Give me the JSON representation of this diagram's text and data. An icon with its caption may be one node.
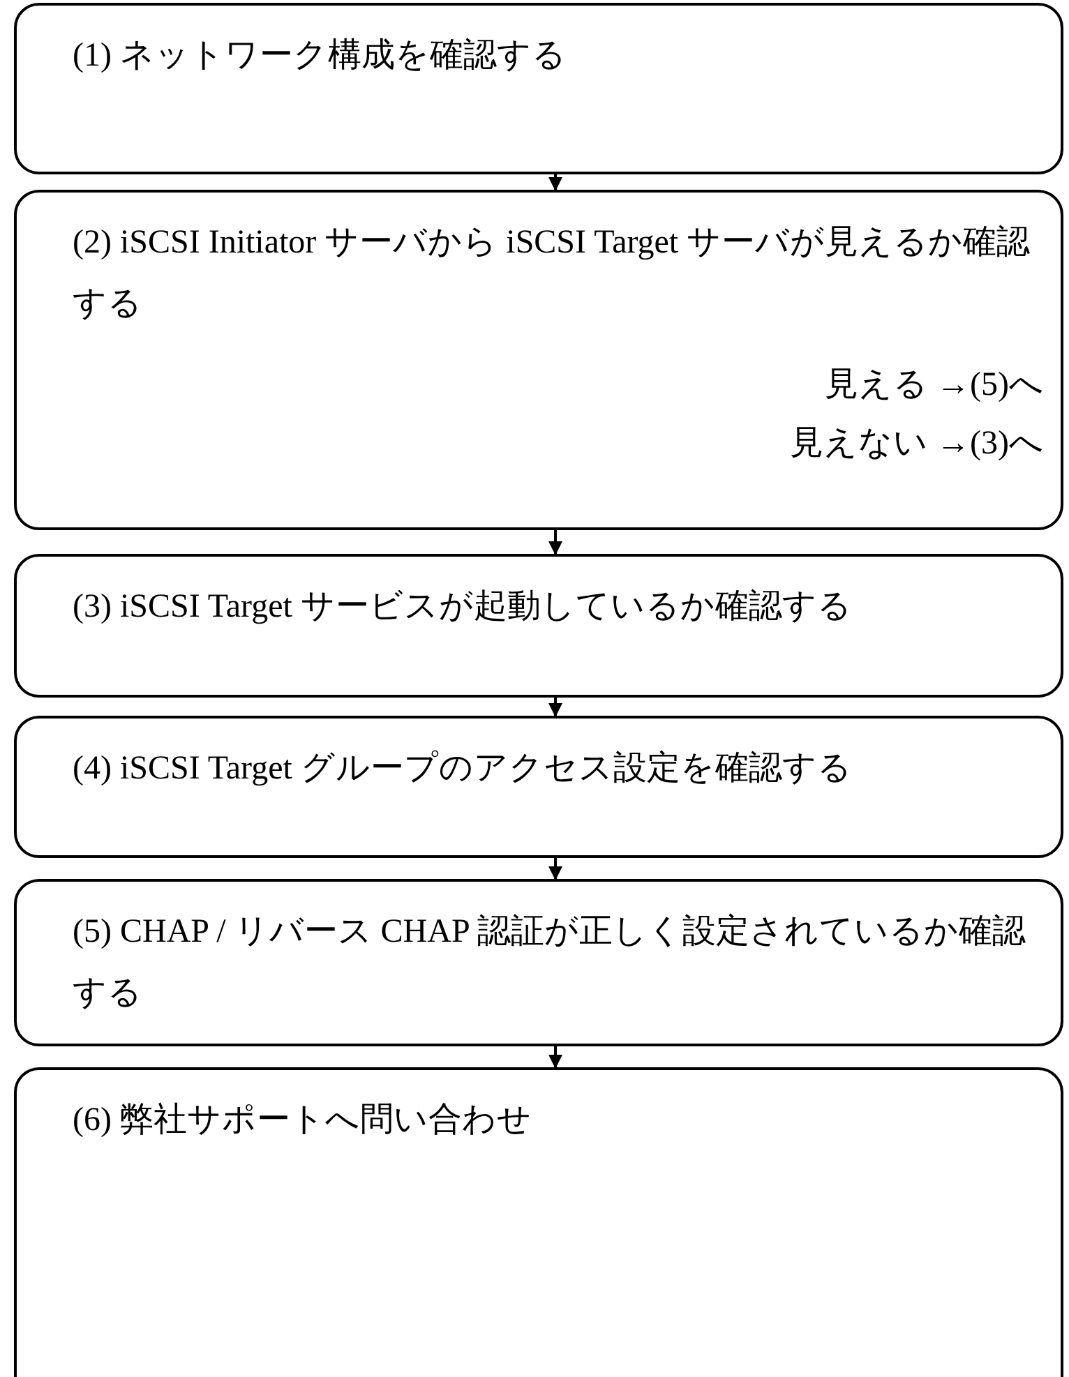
{
  "diagram": {
    "nodes": [
      {
        "text": [
          "(1) ネットワーク構成を確認する"
        ]
      },
      {
        "text": [
          "(2) iSCSI Initiator サーバから iSCSI Target サーバが見えるか確認する",
          "見える →(5)へ",
          "見えない →(3)へ"
        ]
      },
      {
        "text": [
          "(3) iSCSI Target サービスが起動しているか確認する"
        ]
      },
      {
        "text": [
          "(4) iSCSI Target グループのアクセス設定を確認する"
        ]
      },
      {
        "text": [
          "(5) CHAP / リバース CHAP 認証が正しく設定されているか確認する"
        ]
      },
      {
        "text": [
          "(6) 弊社サポートへ問い合わせ"
        ]
      }
    ],
    "edges": [
      {
        "from": 0,
        "to": 1,
        "arrow": "to"
      },
      {
        "from": 1,
        "to": 2,
        "arrow": "to"
      },
      {
        "from": 2,
        "to": 3,
        "arrow": "to"
      },
      {
        "from": 3,
        "to": 4,
        "arrow": "to"
      },
      {
        "from": 4,
        "to": 5,
        "arrow": "to"
      }
    ]
  }
}
